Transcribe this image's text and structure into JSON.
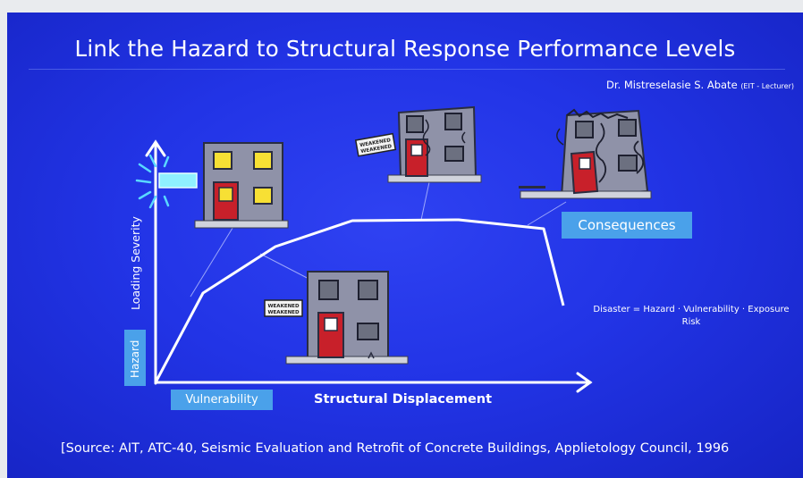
{
  "title": "Link the Hazard to Structural Response Performance Levels",
  "author": "Dr. Mistreselasie S. Abate",
  "author_note": "(EIT - Lecturer)",
  "y_axis_label": "Loading Severity",
  "x_axis_label": "Structural Displacement",
  "hazard_label": "Hazard",
  "vulnerability_label": "Vulnerability",
  "consequences_label": "Consequences",
  "sign_text": [
    "WEAKENED",
    "WEAKENED"
  ],
  "formula_line1": "Disaster = Hazard · Vulnerability · Exposure",
  "formula_line2": "Risk",
  "source": "[Source: AIT, ATC-40, Seismic Evaluation and Retrofit of Concrete Buildings, Applietology Council, 1996",
  "colors": {
    "background": "#2234e6",
    "label_box": "#4aa1ea",
    "building": "#8f92a8",
    "door": "#c8202a",
    "window_lit": "#f7e034",
    "window_dark": "#6c7080"
  }
}
